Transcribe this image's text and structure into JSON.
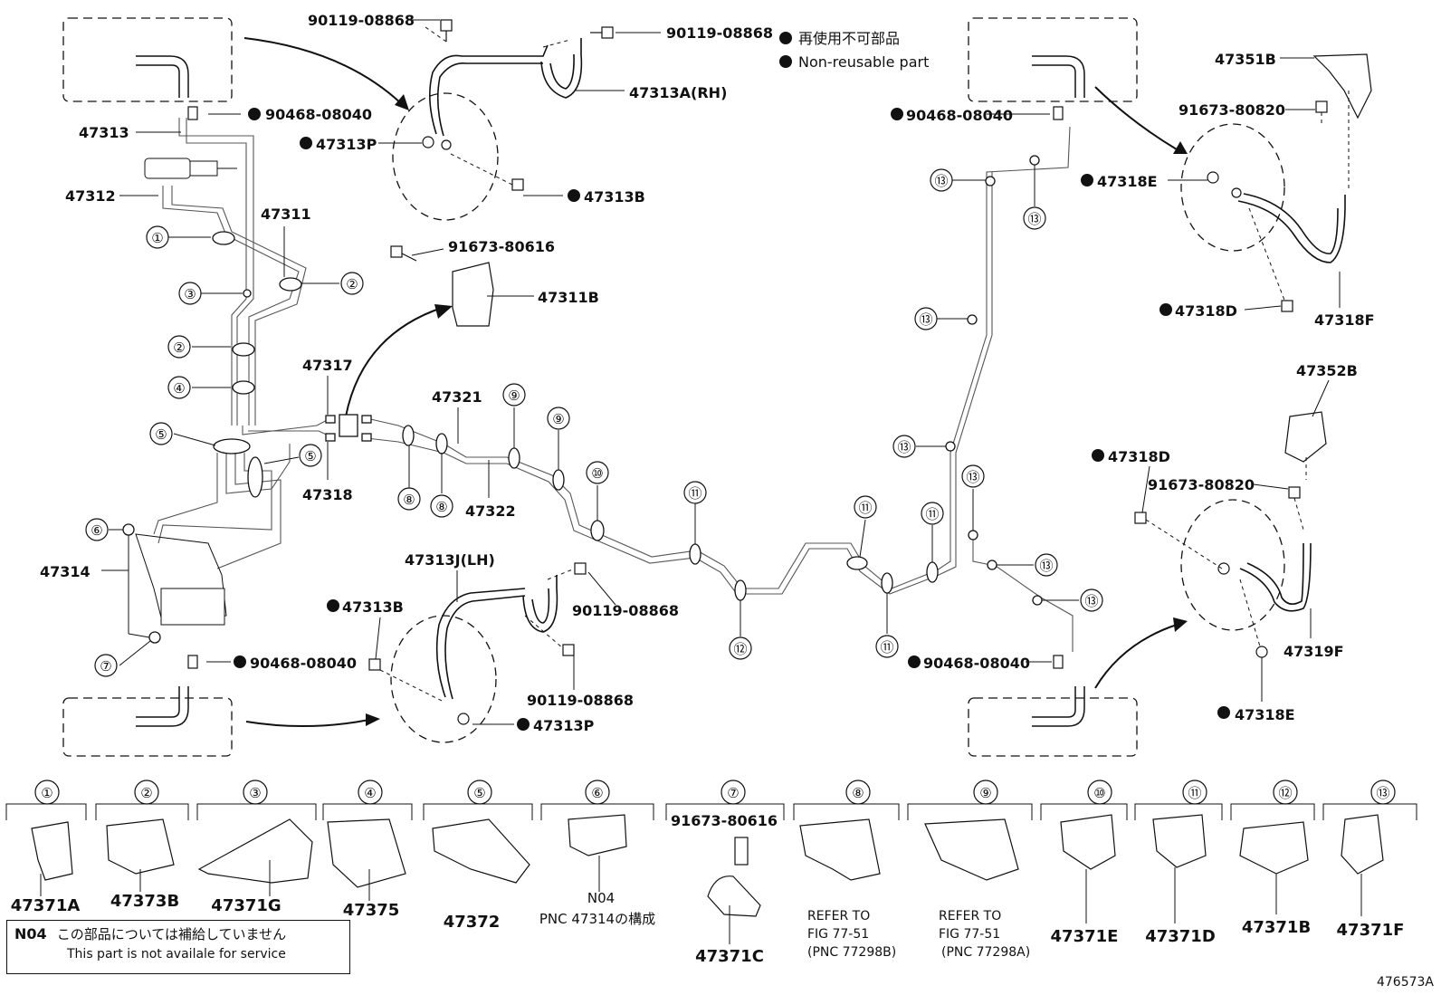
{
  "legend": {
    "symbol": "●",
    "line1": "再使用不可部品",
    "line2": "Non-reusable part"
  },
  "labels": {
    "p90119a": "90119-08868",
    "p90119b": "90119-08868",
    "p90119c": "90119-08868",
    "p90119d": "90119-08868",
    "p47313a": "47313A(RH)",
    "p47313": "47313",
    "p90468a": "90468-08040",
    "p90468b": "90468-08040",
    "p90468c": "90468-08040",
    "p90468d": "90468-08040",
    "p47313p_top": "47313P",
    "p47313b_top": "47313B",
    "p47312": "47312",
    "p47311": "47311",
    "p91673_80616": "91673-80616",
    "p47311b": "47311B",
    "p47317": "47317",
    "p47318": "47318",
    "p47321": "47321",
    "p47322": "47322",
    "p47314": "47314",
    "p47313j": "47313J(LH)",
    "p47313b_bot": "47313B",
    "p47313p_bot": "47313P",
    "p47351b": "47351B",
    "p91673_80820a": "91673-80820",
    "p47318e_top": "47318E",
    "p47318d_top": "47318D",
    "p47318f": "47318F",
    "p47352b": "47352B",
    "p47318d_bot": "47318D",
    "p91673_80820b": "91673-80820",
    "p47319f": "47319F",
    "p47318e_bot": "47318E"
  },
  "callouts": [
    "①",
    "②",
    "③",
    "④",
    "⑤",
    "⑥",
    "⑦",
    "⑧",
    "⑨",
    "⑩",
    "⑪",
    "⑫",
    "⑬"
  ],
  "parts_row": [
    {
      "num": "①",
      "name": "47371A"
    },
    {
      "num": "②",
      "name": "47373B"
    },
    {
      "num": "③",
      "name": "47371G"
    },
    {
      "num": "④",
      "name": "47375"
    },
    {
      "num": "⑤",
      "name": "47372"
    },
    {
      "num": "⑥",
      "name": "N04",
      "sub": "PNC 47314の構成"
    },
    {
      "num": "⑦",
      "name": "47371C",
      "top": "91673-80616"
    },
    {
      "num": "⑧",
      "name": "",
      "ref1": "REFER TO",
      "ref2": "FIG 77-51",
      "ref3": "(PNC 77298B)"
    },
    {
      "num": "⑨",
      "name": "",
      "ref1": "REFER TO",
      "ref2": "FIG 77-51",
      "ref3": "(PNC 77298A)"
    },
    {
      "num": "⑩",
      "name": "47371E"
    },
    {
      "num": "⑪",
      "name": "47371D"
    },
    {
      "num": "⑫",
      "name": "47371B"
    },
    {
      "num": "⑬",
      "name": "47371F"
    }
  ],
  "note": {
    "code": "N04",
    "jp": "この部品については補給していません",
    "en": "This part is not availale for service"
  },
  "figure_id": "476573A"
}
